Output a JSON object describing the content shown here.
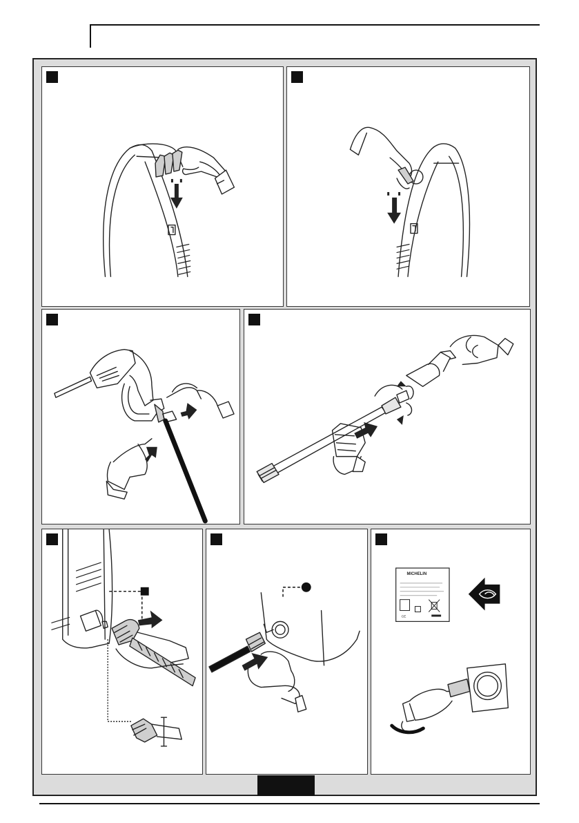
{
  "figures": {
    "panels": [
      {
        "id": "step-1",
        "subject": "wall-bracket-clip-insert"
      },
      {
        "id": "step-2",
        "subject": "accessory-clip-insert"
      },
      {
        "id": "step-3",
        "subject": "spray-gun-hose-connect"
      },
      {
        "id": "step-4",
        "subject": "lance-nozzle-connect"
      },
      {
        "id": "step-5",
        "subject": "garden-hose-inlet-connect"
      },
      {
        "id": "step-6",
        "subject": "high-pressure-outlet-connect"
      },
      {
        "id": "step-7",
        "subject": "rating-plate-check-and-plug-in"
      }
    ]
  },
  "rating_plate": {
    "brand": "MICHELIN",
    "mark_ce": "CE"
  },
  "icons": [
    "eye-icon",
    "down-arrow-icon",
    "right-arrow-icon",
    "left-arrow-icon",
    "dashed-leader-icon"
  ]
}
